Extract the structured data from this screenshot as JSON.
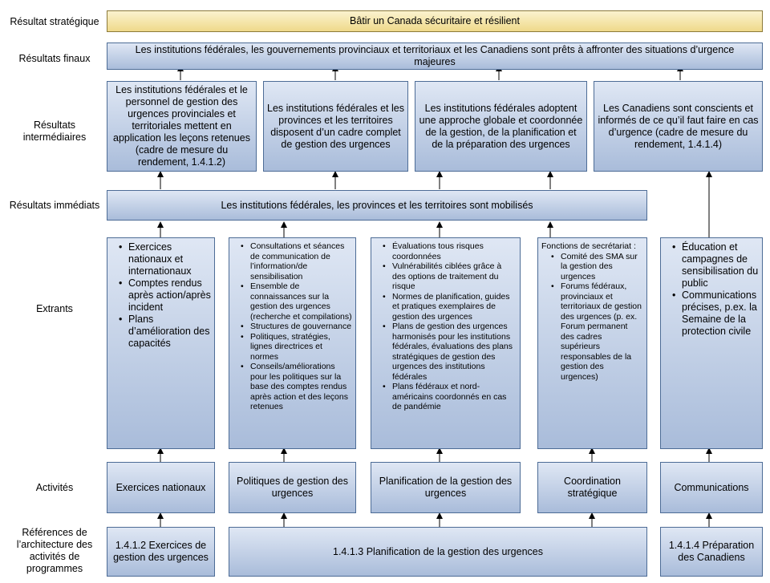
{
  "row_labels": {
    "strategic": "Résultat stratégique",
    "final": "Résultats finaux",
    "intermediate": "Résultats intermédiaires",
    "immediate": "Résultats immédiats",
    "outputs": "Extrants",
    "activities": "Activités",
    "paa": "Références de l’architecture des activités de programmes"
  },
  "strategic_outcome": "Bâtir un Canada sécuritaire et résilient",
  "final_outcome": "Les institutions fédérales, les gouvernements provinciaux et territoriaux et les Canadiens sont prêts à affronter des situations d’urgence majeures",
  "intermediate": [
    "Les institutions fédérales et le personnel de gestion des urgences provinciales et territoriales mettent en application les leçons retenues (cadre de mesure du rendement, 1.4.1.2)",
    "Les institutions fédérales et les provinces et les territoires disposent d’un cadre complet de gestion des urgences",
    "Les institutions fédérales adoptent une approche globale et coordonnée de la gestion, de la planification et de la préparation des urgences",
    "Les Canadiens sont conscients et informés de ce qu’il faut faire en cas d’urgence (cadre de mesure du rendement, 1.4.1.4)"
  ],
  "immediate_outcome": "Les institutions fédérales, les provinces et les territoires sont mobilisés",
  "outputs": {
    "exercises": [
      "Exercices nationaux et internationaux",
      "Comptes rendus après action/après incident",
      "Plans d’amélioration des capacités"
    ],
    "policies": [
      "Consultations et séances de communication de l’information/de sensibilisation",
      "Ensemble de connaissances sur la gestion des urgences (recherche et compilations)",
      "Structures de gouvernance",
      "Politiques, stratégies, lignes directrices et normes",
      "Conseils/améliorations pour les politiques sur la base des comptes rendus après action et des leçons retenues"
    ],
    "planning": [
      "Évaluations tous risques coordonnées",
      "Vulnérabilités ciblées grâce à des options de traitement du risque",
      "Normes de planification, guides et pratiques exemplaires de gestion des urgences",
      "Plans de gestion des urgences harmonisés pour les institutions fédérales, évaluations des plans stratégiques de gestion des urgences des institutions fédérales",
      "Plans fédéraux et nord-américains coordonnés en cas de pandémie"
    ],
    "coordination_header": "Fonctions de secrétariat :",
    "coordination": [
      "Comité des SMA sur la gestion des urgences",
      "Forums fédéraux, provinciaux et territoriaux de gestion des urgences (p. ex. Forum permanent des cadres supérieurs responsables de la gestion des urgences)"
    ],
    "communications": [
      "Éducation et campagnes de sensibilisation du public",
      "Communications précises, p.ex. la Semaine de la protection civile"
    ]
  },
  "activities": [
    "Exercices nationaux",
    "Politiques de gestion des urgences",
    "Planification de la gestion des urgences",
    "Coordination stratégique",
    "Communications"
  ],
  "paa": [
    "1.4.1.2 Exercices de gestion des urgences",
    "1.4.1.3 Planification de la gestion des urgences",
    "1.4.1.4 Préparation des Canadiens"
  ]
}
